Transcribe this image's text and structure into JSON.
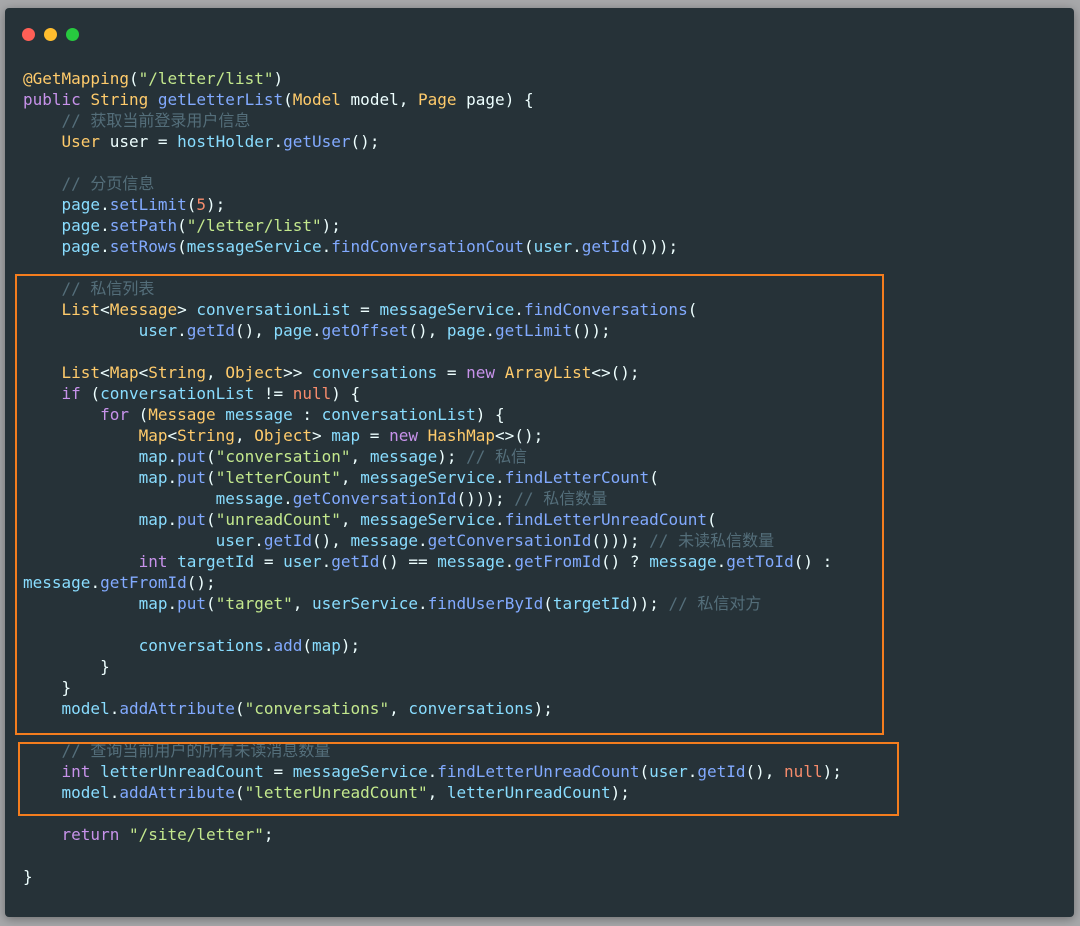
{
  "window": {
    "controls": [
      {
        "name": "close",
        "color": "#ff5f56"
      },
      {
        "name": "minimize",
        "color": "#ffbd2e"
      },
      {
        "name": "maximize",
        "color": "#27c93f"
      }
    ]
  },
  "theme": {
    "background": "#263238",
    "text": "#eeffff",
    "keyword": "#c792ea",
    "type": "#ffcb6b",
    "function": "#82aaff",
    "variable": "#89ddff",
    "string": "#c3e88d",
    "comment": "#546e7a",
    "number": "#f78c6c",
    "highlight_border": "#f47d1e"
  },
  "code_lines": [
    [
      [
        "ann",
        "@GetMapping"
      ],
      [
        "p",
        "("
      ],
      [
        "str",
        "\"/letter/list\""
      ],
      [
        "p",
        ")"
      ]
    ],
    [
      [
        "kw",
        "public "
      ],
      [
        "type",
        "String "
      ],
      [
        "fn",
        "getLetterList"
      ],
      [
        "p",
        "("
      ],
      [
        "type",
        "Model "
      ],
      [
        "p",
        "model, "
      ],
      [
        "type",
        "Page "
      ],
      [
        "p",
        "page) {"
      ]
    ],
    [
      [
        "p",
        "    "
      ],
      [
        "cmt",
        "// 获取当前登录用户信息"
      ]
    ],
    [
      [
        "p",
        "    "
      ],
      [
        "type",
        "User "
      ],
      [
        "p",
        "user = "
      ],
      [
        "var",
        "hostHolder"
      ],
      [
        "p",
        "."
      ],
      [
        "fn",
        "getUser"
      ],
      [
        "p",
        "();"
      ]
    ],
    [],
    [
      [
        "p",
        "    "
      ],
      [
        "cmt",
        "// 分页信息"
      ]
    ],
    [
      [
        "p",
        "    "
      ],
      [
        "var",
        "page"
      ],
      [
        "p",
        "."
      ],
      [
        "fn",
        "setLimit"
      ],
      [
        "p",
        "("
      ],
      [
        "num",
        "5"
      ],
      [
        "p",
        ");"
      ]
    ],
    [
      [
        "p",
        "    "
      ],
      [
        "var",
        "page"
      ],
      [
        "p",
        "."
      ],
      [
        "fn",
        "setPath"
      ],
      [
        "p",
        "("
      ],
      [
        "str",
        "\"/letter/list\""
      ],
      [
        "p",
        ");"
      ]
    ],
    [
      [
        "p",
        "    "
      ],
      [
        "var",
        "page"
      ],
      [
        "p",
        "."
      ],
      [
        "fn",
        "setRows"
      ],
      [
        "p",
        "("
      ],
      [
        "var",
        "messageService"
      ],
      [
        "p",
        "."
      ],
      [
        "fn",
        "findConversationCout"
      ],
      [
        "p",
        "("
      ],
      [
        "var",
        "user"
      ],
      [
        "p",
        "."
      ],
      [
        "fn",
        "getId"
      ],
      [
        "p",
        "()));"
      ]
    ],
    [],
    [
      [
        "p",
        "    "
      ],
      [
        "cmt",
        "// 私信列表"
      ]
    ],
    [
      [
        "p",
        "    "
      ],
      [
        "type",
        "List"
      ],
      [
        "p",
        "<"
      ],
      [
        "type",
        "Message"
      ],
      [
        "p",
        "> "
      ],
      [
        "var",
        "conversationList"
      ],
      [
        "p",
        " = "
      ],
      [
        "var",
        "messageService"
      ],
      [
        "p",
        "."
      ],
      [
        "fn",
        "findConversations"
      ],
      [
        "p",
        "("
      ]
    ],
    [
      [
        "p",
        "            "
      ],
      [
        "var",
        "user"
      ],
      [
        "p",
        "."
      ],
      [
        "fn",
        "getId"
      ],
      [
        "p",
        "(), "
      ],
      [
        "var",
        "page"
      ],
      [
        "p",
        "."
      ],
      [
        "fn",
        "getOffset"
      ],
      [
        "p",
        "(), "
      ],
      [
        "var",
        "page"
      ],
      [
        "p",
        "."
      ],
      [
        "fn",
        "getLimit"
      ],
      [
        "p",
        "());"
      ]
    ],
    [],
    [
      [
        "p",
        "    "
      ],
      [
        "type",
        "List"
      ],
      [
        "p",
        "<"
      ],
      [
        "type",
        "Map"
      ],
      [
        "p",
        "<"
      ],
      [
        "type",
        "String"
      ],
      [
        "p",
        ", "
      ],
      [
        "type",
        "Object"
      ],
      [
        "p",
        ">> "
      ],
      [
        "var",
        "conversations"
      ],
      [
        "p",
        " = "
      ],
      [
        "kw",
        "new "
      ],
      [
        "type",
        "ArrayList"
      ],
      [
        "p",
        "<>();"
      ]
    ],
    [
      [
        "p",
        "    "
      ],
      [
        "kw",
        "if "
      ],
      [
        "p",
        "("
      ],
      [
        "var",
        "conversationList"
      ],
      [
        "p",
        " != "
      ],
      [
        "num",
        "null"
      ],
      [
        "p",
        ") {"
      ]
    ],
    [
      [
        "p",
        "        "
      ],
      [
        "kw",
        "for "
      ],
      [
        "p",
        "("
      ],
      [
        "type",
        "Message "
      ],
      [
        "var",
        "message"
      ],
      [
        "p",
        " : "
      ],
      [
        "var",
        "conversationList"
      ],
      [
        "p",
        ") {"
      ]
    ],
    [
      [
        "p",
        "            "
      ],
      [
        "type",
        "Map"
      ],
      [
        "p",
        "<"
      ],
      [
        "type",
        "String"
      ],
      [
        "p",
        ", "
      ],
      [
        "type",
        "Object"
      ],
      [
        "p",
        "> "
      ],
      [
        "var",
        "map"
      ],
      [
        "p",
        " = "
      ],
      [
        "kw",
        "new "
      ],
      [
        "type",
        "HashMap"
      ],
      [
        "p",
        "<>();"
      ]
    ],
    [
      [
        "p",
        "            "
      ],
      [
        "var",
        "map"
      ],
      [
        "p",
        "."
      ],
      [
        "fn",
        "put"
      ],
      [
        "p",
        "("
      ],
      [
        "str",
        "\"conversation\""
      ],
      [
        "p",
        ", "
      ],
      [
        "var",
        "message"
      ],
      [
        "p",
        "); "
      ],
      [
        "cmt",
        "// 私信"
      ]
    ],
    [
      [
        "p",
        "            "
      ],
      [
        "var",
        "map"
      ],
      [
        "p",
        "."
      ],
      [
        "fn",
        "put"
      ],
      [
        "p",
        "("
      ],
      [
        "str",
        "\"letterCount\""
      ],
      [
        "p",
        ", "
      ],
      [
        "var",
        "messageService"
      ],
      [
        "p",
        "."
      ],
      [
        "fn",
        "findLetterCount"
      ],
      [
        "p",
        "("
      ]
    ],
    [
      [
        "p",
        "                    "
      ],
      [
        "var",
        "message"
      ],
      [
        "p",
        "."
      ],
      [
        "fn",
        "getConversationId"
      ],
      [
        "p",
        "())); "
      ],
      [
        "cmt",
        "// 私信数量"
      ]
    ],
    [
      [
        "p",
        "            "
      ],
      [
        "var",
        "map"
      ],
      [
        "p",
        "."
      ],
      [
        "fn",
        "put"
      ],
      [
        "p",
        "("
      ],
      [
        "str",
        "\"unreadCount\""
      ],
      [
        "p",
        ", "
      ],
      [
        "var",
        "messageService"
      ],
      [
        "p",
        "."
      ],
      [
        "fn",
        "findLetterUnreadCount"
      ],
      [
        "p",
        "("
      ]
    ],
    [
      [
        "p",
        "                    "
      ],
      [
        "var",
        "user"
      ],
      [
        "p",
        "."
      ],
      [
        "fn",
        "getId"
      ],
      [
        "p",
        "(), "
      ],
      [
        "var",
        "message"
      ],
      [
        "p",
        "."
      ],
      [
        "fn",
        "getConversationId"
      ],
      [
        "p",
        "())); "
      ],
      [
        "cmt",
        "// 未读私信数量"
      ]
    ],
    [
      [
        "p",
        "            "
      ],
      [
        "kw",
        "int "
      ],
      [
        "var",
        "targetId"
      ],
      [
        "p",
        " = "
      ],
      [
        "var",
        "user"
      ],
      [
        "p",
        "."
      ],
      [
        "fn",
        "getId"
      ],
      [
        "p",
        "() == "
      ],
      [
        "var",
        "message"
      ],
      [
        "p",
        "."
      ],
      [
        "fn",
        "getFromId"
      ],
      [
        "p",
        "() ? "
      ],
      [
        "var",
        "message"
      ],
      [
        "p",
        "."
      ],
      [
        "fn",
        "getToId"
      ],
      [
        "p",
        "() :"
      ]
    ],
    [
      [
        "var",
        "message"
      ],
      [
        "p",
        "."
      ],
      [
        "fn",
        "getFromId"
      ],
      [
        "p",
        "();"
      ]
    ],
    [
      [
        "p",
        "            "
      ],
      [
        "var",
        "map"
      ],
      [
        "p",
        "."
      ],
      [
        "fn",
        "put"
      ],
      [
        "p",
        "("
      ],
      [
        "str",
        "\"target\""
      ],
      [
        "p",
        ", "
      ],
      [
        "var",
        "userService"
      ],
      [
        "p",
        "."
      ],
      [
        "fn",
        "findUserById"
      ],
      [
        "p",
        "("
      ],
      [
        "var",
        "targetId"
      ],
      [
        "p",
        ")); "
      ],
      [
        "cmt",
        "// 私信对方"
      ]
    ],
    [],
    [
      [
        "p",
        "            "
      ],
      [
        "var",
        "conversations"
      ],
      [
        "p",
        "."
      ],
      [
        "fn",
        "add"
      ],
      [
        "p",
        "("
      ],
      [
        "var",
        "map"
      ],
      [
        "p",
        ");"
      ]
    ],
    [
      [
        "p",
        "        }"
      ]
    ],
    [
      [
        "p",
        "    }"
      ]
    ],
    [
      [
        "p",
        "    "
      ],
      [
        "var",
        "model"
      ],
      [
        "p",
        "."
      ],
      [
        "fn",
        "addAttribute"
      ],
      [
        "p",
        "("
      ],
      [
        "str",
        "\"conversations\""
      ],
      [
        "p",
        ", "
      ],
      [
        "var",
        "conversations"
      ],
      [
        "p",
        ");"
      ]
    ],
    [],
    [
      [
        "p",
        "    "
      ],
      [
        "cmt",
        "// 查询当前用户的所有未读消息数量"
      ]
    ],
    [
      [
        "p",
        "    "
      ],
      [
        "kw",
        "int "
      ],
      [
        "var",
        "letterUnreadCount"
      ],
      [
        "p",
        " = "
      ],
      [
        "var",
        "messageService"
      ],
      [
        "p",
        "."
      ],
      [
        "fn",
        "findLetterUnreadCount"
      ],
      [
        "p",
        "("
      ],
      [
        "var",
        "user"
      ],
      [
        "p",
        "."
      ],
      [
        "fn",
        "getId"
      ],
      [
        "p",
        "(), "
      ],
      [
        "num",
        "null"
      ],
      [
        "p",
        ");"
      ]
    ],
    [
      [
        "p",
        "    "
      ],
      [
        "var",
        "model"
      ],
      [
        "p",
        "."
      ],
      [
        "fn",
        "addAttribute"
      ],
      [
        "p",
        "("
      ],
      [
        "str",
        "\"letterUnreadCount\""
      ],
      [
        "p",
        ", "
      ],
      [
        "var",
        "letterUnreadCount"
      ],
      [
        "p",
        ");"
      ]
    ],
    [],
    [
      [
        "p",
        "    "
      ],
      [
        "kw",
        "return "
      ],
      [
        "str",
        "\"/site/letter\""
      ],
      [
        "p",
        ";"
      ]
    ],
    [],
    [
      [
        "p",
        "}"
      ]
    ]
  ],
  "highlight_regions": [
    {
      "name": "private-letter-list-block",
      "from_line": 11,
      "to_line": 31
    },
    {
      "name": "unread-count-block",
      "from_line": 33,
      "to_line": 35
    }
  ]
}
